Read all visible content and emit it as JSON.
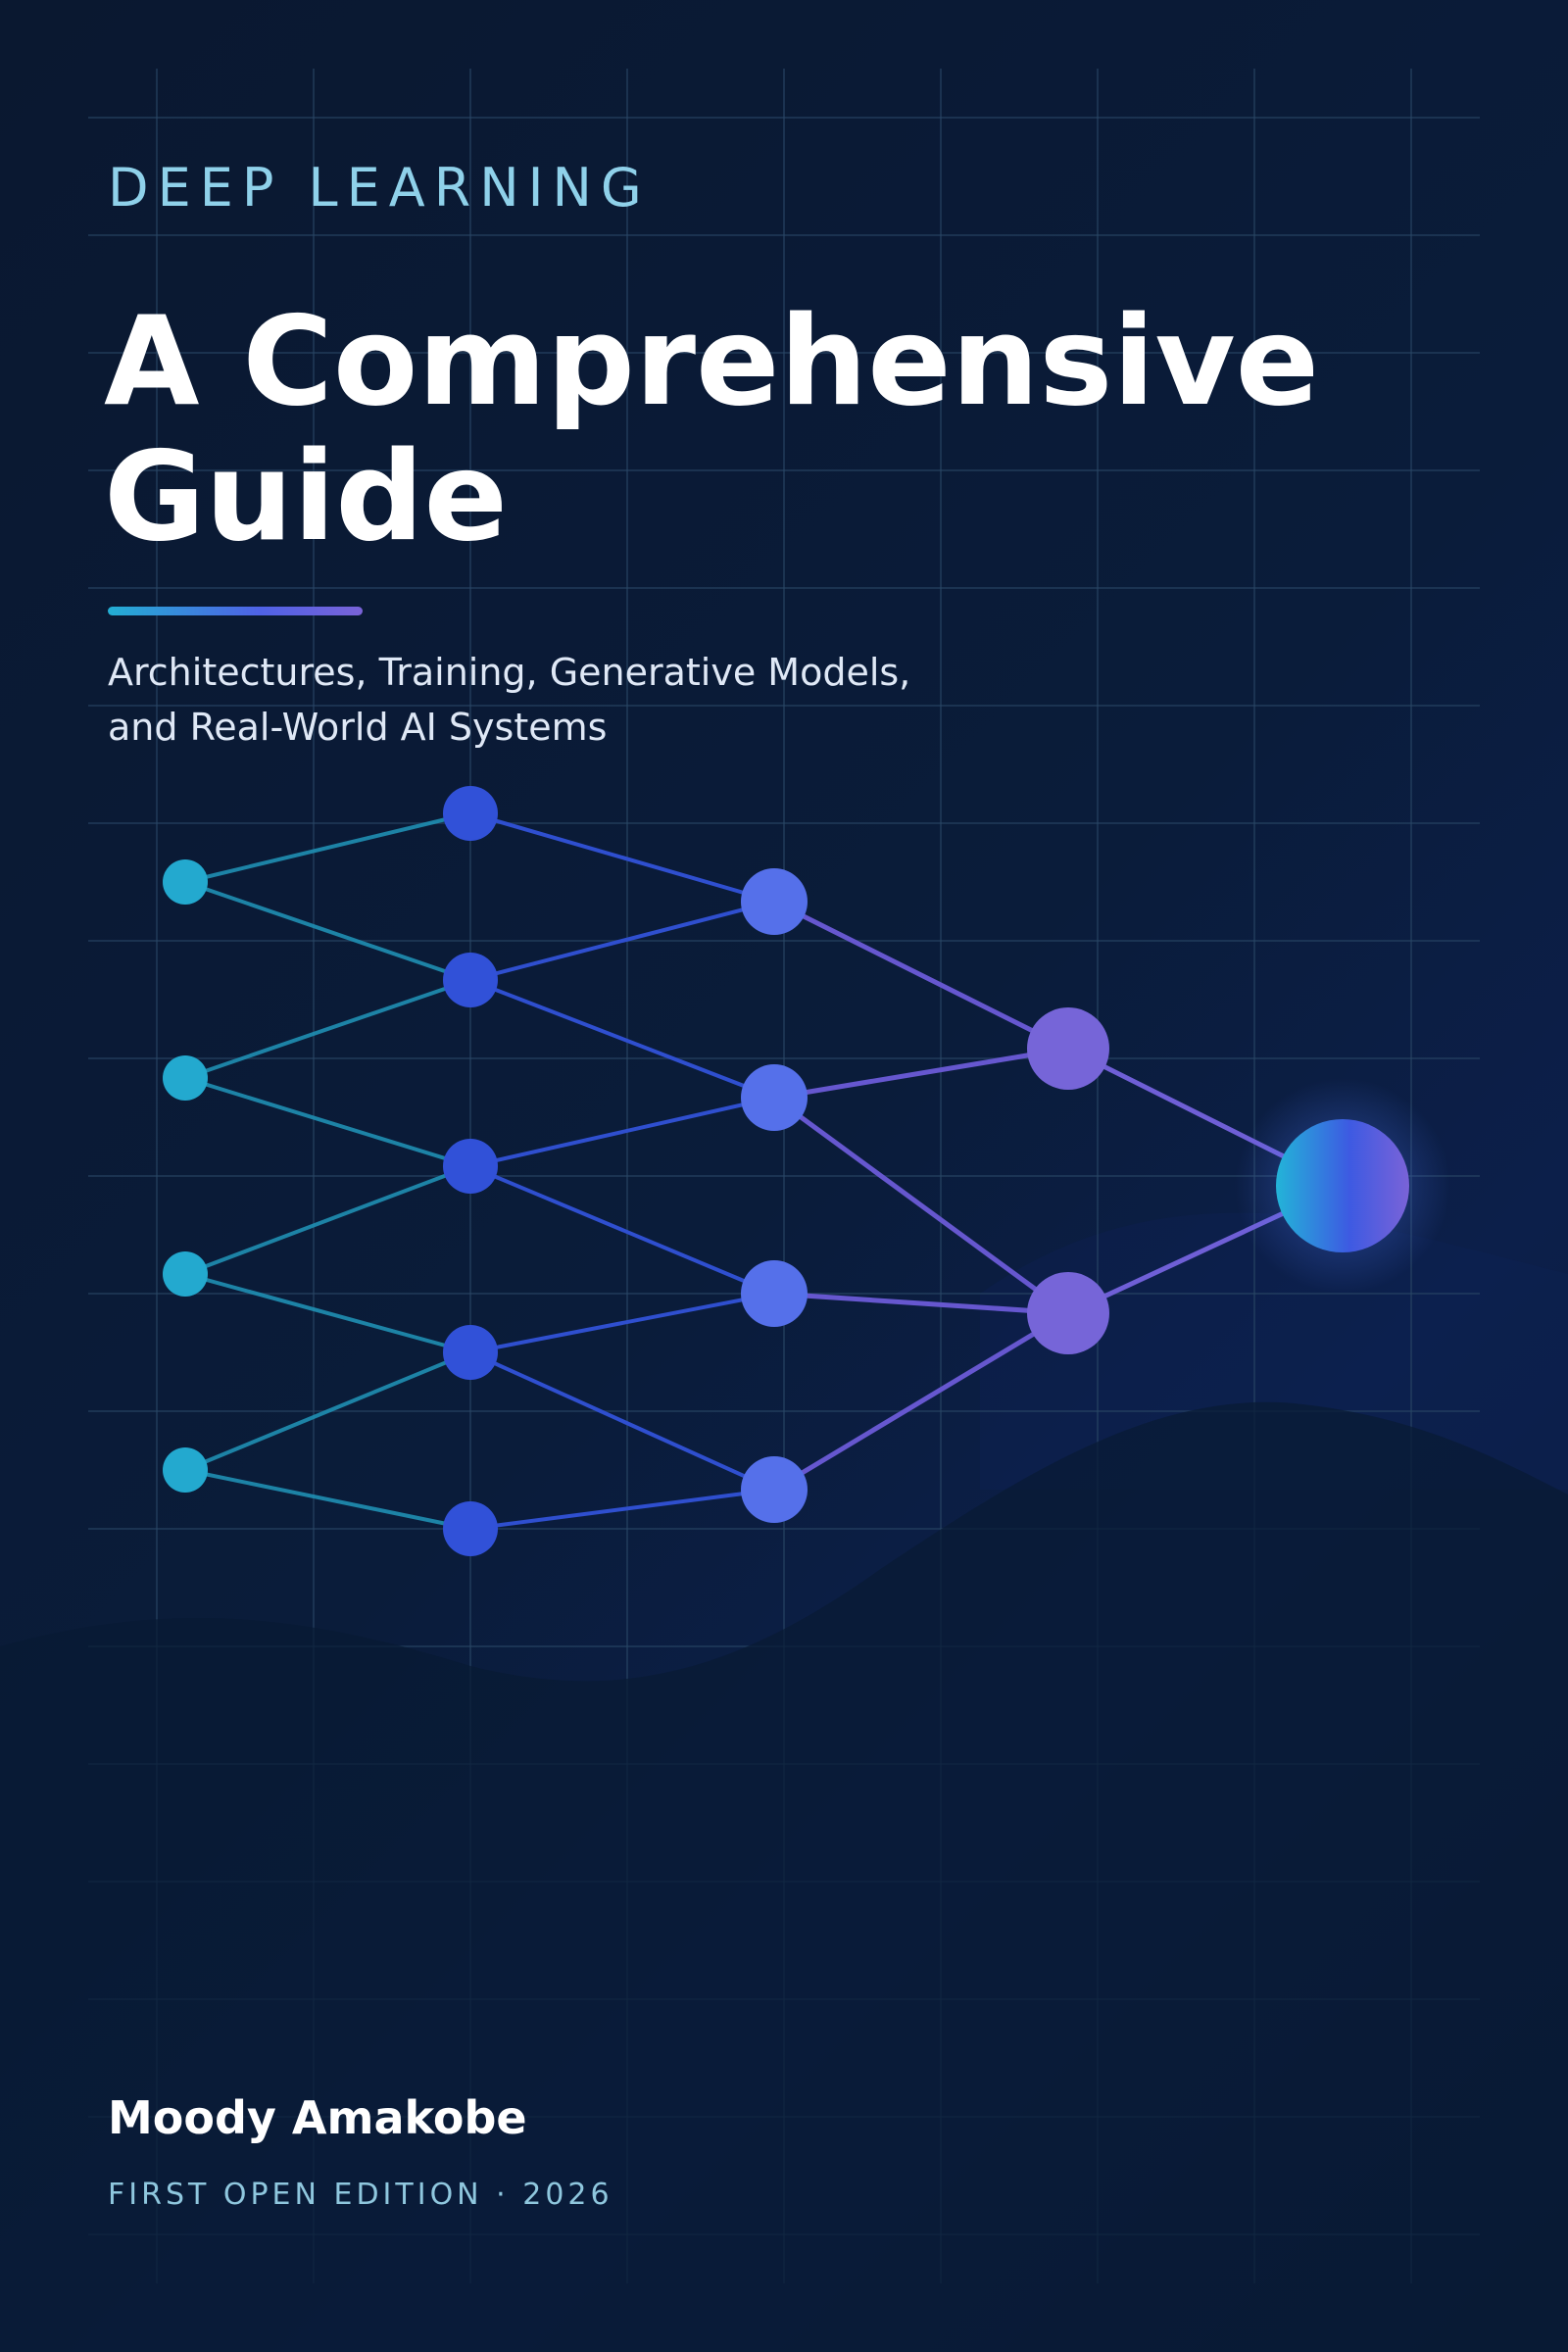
{
  "cover": {
    "category": "DEEP LEARNING",
    "title_lines": [
      "A Comprehensive",
      "Guide"
    ],
    "subtitle_lines": [
      "Architectures, Training, Generative Models,",
      "and Real-World AI Systems"
    ],
    "author": "Moody Amakobe",
    "edition": "FIRST OPEN EDITION · 2026"
  },
  "colors": {
    "background": "#0a1a33",
    "category_text": "#8fd1ea",
    "input_node": "#23a9cf",
    "hidden_node_1": "#3151d8",
    "hidden_node_2": "#5570ea",
    "hidden_node_3": "#7665d8",
    "output_node_start": "#23b4d8",
    "output_node_end": "#7a63d8"
  },
  "icons": [
    "neural-network-diagram"
  ]
}
